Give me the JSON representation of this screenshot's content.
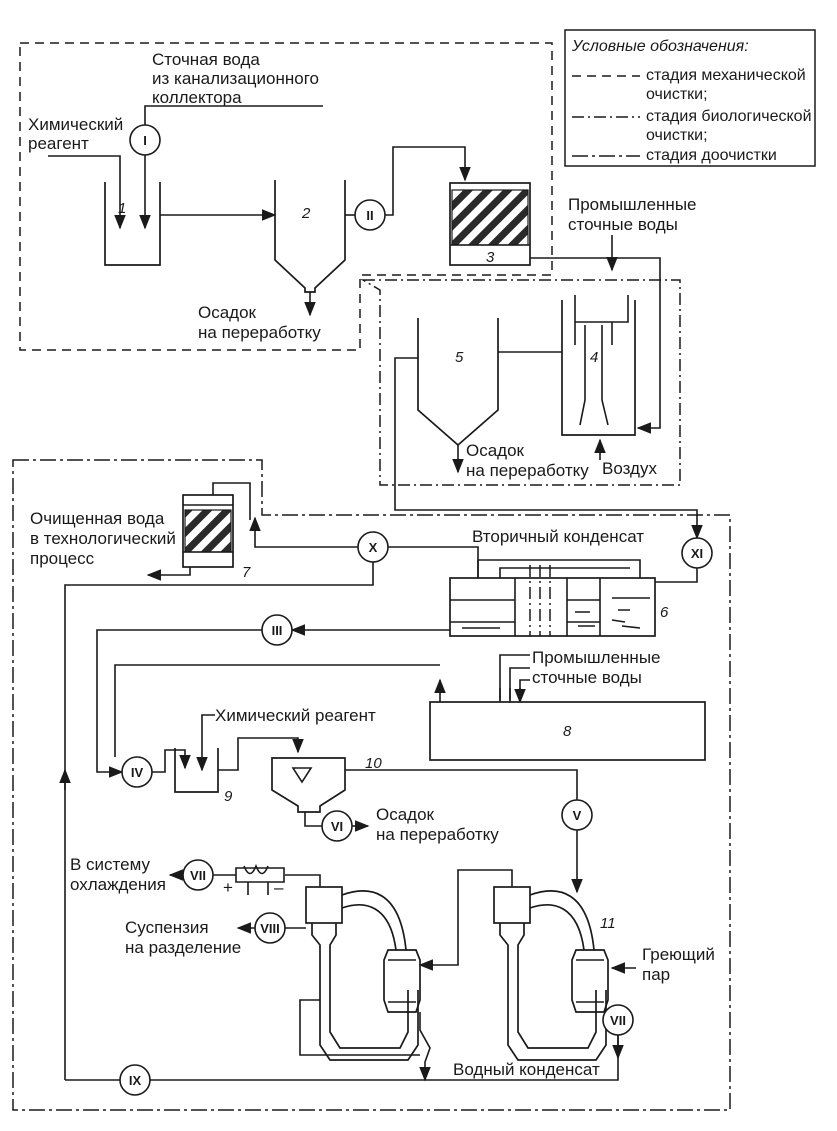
{
  "legend": {
    "title": "Условные обозначения:",
    "mech": [
      "стадия механической",
      "очистки;"
    ],
    "bio": [
      "стадия биологической",
      "очистки;"
    ],
    "post": "стадия доочистки"
  },
  "labels": {
    "wastewater": [
      "Сточная вода",
      "из канализационного",
      "коллектора"
    ],
    "chem1": [
      "Химический",
      "реагент"
    ],
    "sludge1": [
      "Осадок",
      "на переработку"
    ],
    "industrial1": [
      "Промышленные",
      "сточные воды"
    ],
    "sludge2": [
      "Осадок",
      "на переработку"
    ],
    "air": "Воздух",
    "clean_water": [
      "Очищенная вода",
      "в технологический",
      "процесс"
    ],
    "secondary_condensate": "Вторичный конденсат",
    "industrial2": [
      "Промышленные",
      "сточные воды"
    ],
    "chem2": "Химический реагент",
    "sludge3": [
      "Осадок",
      "на переработку"
    ],
    "cooling": [
      "В систему",
      "охлаждения"
    ],
    "suspension": [
      "Суспензия",
      "на разделение"
    ],
    "steam": [
      "Греющий",
      "пар"
    ],
    "water_condensate": "Водный конденсат",
    "plus": "+",
    "minus": "–"
  },
  "equipment": {
    "e1": "1",
    "e2": "2",
    "e3": "3",
    "e4": "4",
    "e5": "5",
    "e6": "6",
    "e7": "7",
    "e8": "8",
    "e9": "9",
    "e10": "10",
    "e11": "11"
  },
  "streams": {
    "s1": "I",
    "s2": "II",
    "s3": "III",
    "s4": "IV",
    "s5": "V",
    "s6": "VI",
    "s7": "VII",
    "s7b": "VII",
    "s8": "VIII",
    "s9": "IX",
    "s10": "X",
    "s11": "XI"
  }
}
